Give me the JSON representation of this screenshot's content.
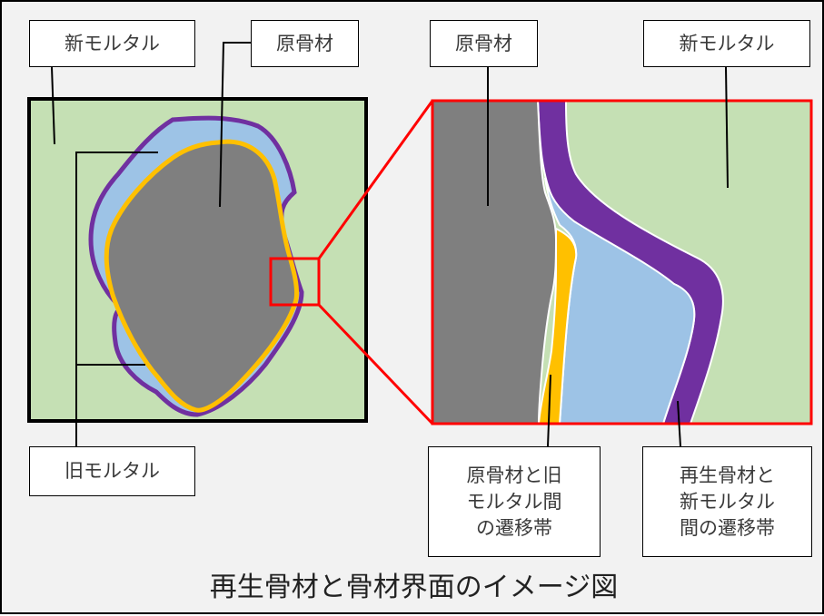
{
  "labels": {
    "new_mortar_left": "新モルタル",
    "original_aggregate_left": "原骨材",
    "original_aggregate_right": "原骨材",
    "new_mortar_right": "新モルタル",
    "old_mortar": "旧モルタル",
    "itz_original_old": [
      "原骨材と旧",
      "モルタル間",
      "の遷移帯"
    ],
    "itz_recycled_new": [
      "再生骨材と",
      "新モルタル",
      "間の遷移帯"
    ]
  },
  "caption": "再生骨材と骨材界面のイメージ図",
  "colors": {
    "new_mortar": "#c5e0b4",
    "old_mortar": "#9dc3e6",
    "original_aggregate": "#7f7f7f",
    "itz_original_old": "#ffc000",
    "itz_recycled_new": "#7030a0",
    "zoom_frame": "#ff0000",
    "background": "#f2f2f2"
  }
}
